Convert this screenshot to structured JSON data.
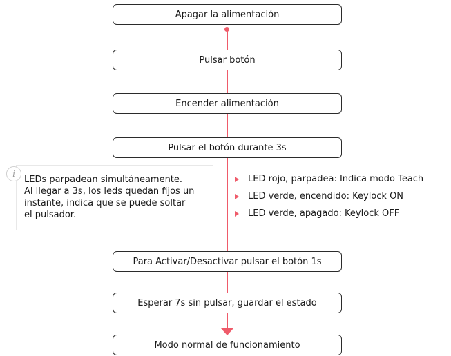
{
  "flow": {
    "steps": [
      "Apagar la alimentación",
      "Pulsar botón",
      "Encender alimentación",
      "Pulsar el botón durante 3s",
      "Para Activar/Desactivar pulsar el botón 1s",
      "Esperar 7s sin pulsar, guardar el estado",
      "Modo normal de funcionamiento"
    ]
  },
  "note": {
    "icon": "info-icon",
    "lines": [
      "LEDs parpadean simultáneamente.",
      "Al llegar a 3s, los leds quedan fijos un",
      "instante, indica que se puede soltar",
      "el pulsador."
    ]
  },
  "led_states": [
    "LED rojo, parpadea: Indica modo Teach",
    "LED verde, encendido: Keylock ON",
    "LED verde, apagado: Keylock OFF"
  ],
  "colors": {
    "connector": "#ef5b6a",
    "box_border": "#2b2b2b"
  }
}
